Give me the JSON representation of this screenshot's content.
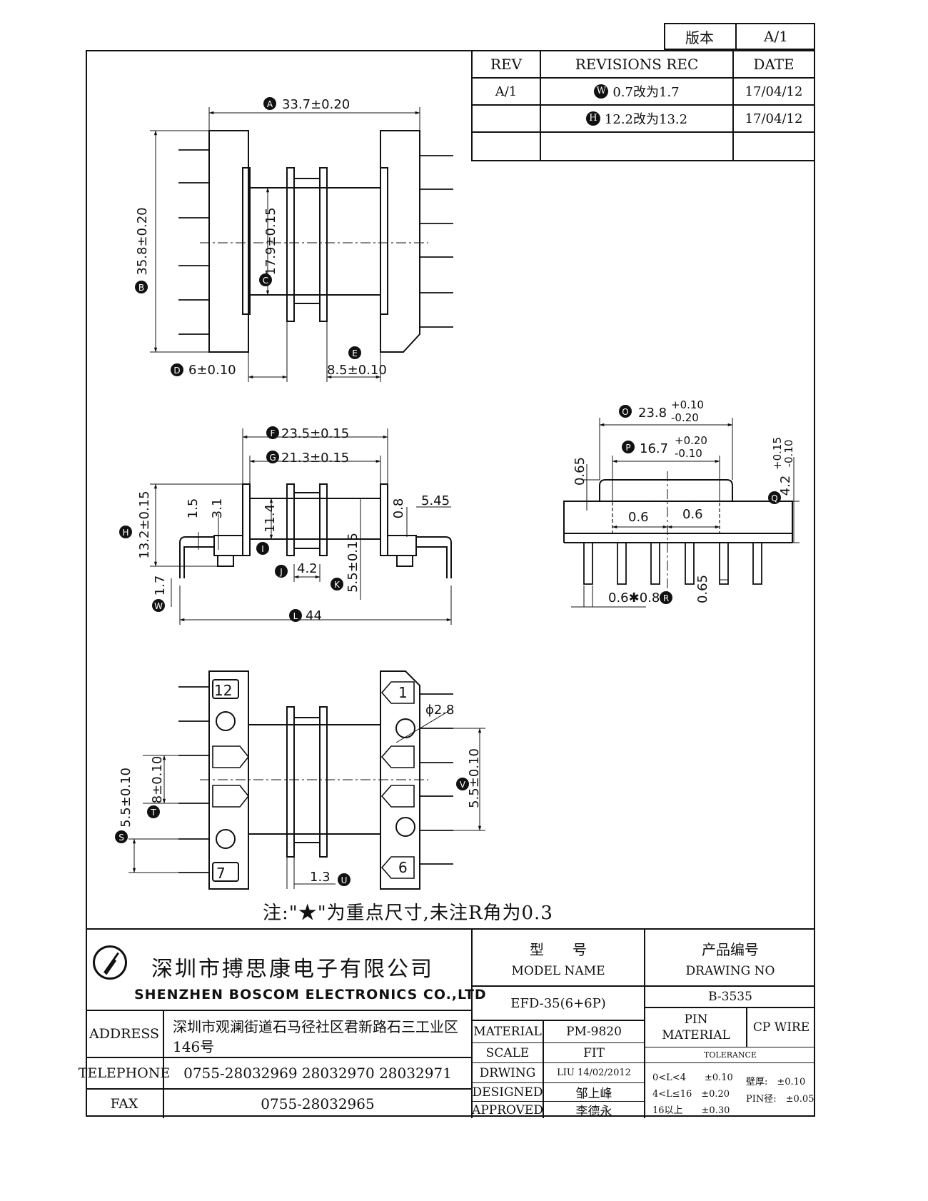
{
  "version_box": {
    "label": "版本",
    "value": "A/1"
  },
  "revisions": {
    "headers": {
      "rev": "REV",
      "rec": "REVISIONS REC",
      "date": "DATE"
    },
    "rows": [
      {
        "rev": "A/1",
        "tag": "W",
        "text": "0.7改为1.7",
        "date": "17/04/12"
      },
      {
        "rev": "",
        "tag": "H",
        "text": "12.2改为13.2",
        "date": "17/04/12"
      }
    ]
  },
  "view_top": {
    "A": "33.7±0.20",
    "B": "35.8±0.20",
    "C": "17.9±0.15",
    "D": "6±0.10",
    "E": "8.5±0.10"
  },
  "view_front": {
    "F": "23.5±0.15",
    "G": "21.3±0.15",
    "H": "13.2±0.15",
    "d15": "1.5",
    "d31": "3.1",
    "I": "11.4",
    "J": "4.2",
    "K": "5.5±0.15",
    "d08": "0.8",
    "d545": "5.45",
    "W": "1.7",
    "L": "44"
  },
  "view_side": {
    "O": "23.8",
    "O_tol_up": "+0.10",
    "O_tol_dn": "-0.20",
    "P": "16.7",
    "P_tol_up": "+0.20",
    "P_tol_dn": "-0.10",
    "Q": "4.2",
    "Q_tol_up": "+0.15",
    "Q_tol_dn": "-0.10",
    "d065a": "0.65",
    "d06a": "0.6",
    "d06b": "0.6",
    "R": "0.6✱0.8",
    "d065b": "0.65"
  },
  "view_bottom": {
    "pin12": "12",
    "pin1": "1",
    "pin7": "7",
    "pin6": "6",
    "phi": "ϕ2.8",
    "V": "5.5±0.10",
    "T": "8±0.10",
    "S": "5.5±0.10",
    "U": "1.3"
  },
  "note": "注:\"★\"为重点尺寸,未注R角为0.3",
  "title_block": {
    "company_cn": "深圳市搏思康电子有限公司",
    "company_en": "SHENZHEN BOSCOM ELECTRONICS CO.,LTD",
    "model_label_cn": "型　　号",
    "model_label_en": "MODEL NAME",
    "model_value": "EFD-35(6+6P)",
    "drawing_label_cn": "产品编号",
    "drawing_label_en": "DRAWING NO",
    "drawing_value": "B-3535",
    "address_label": "ADDRESS",
    "address_value": "深圳市观澜街道石马径社区君新路石三工业区146号",
    "telephone_label": "TELEPHONE",
    "telephone_value": "0755-28032969 28032970 28032971",
    "fax_label": "FAX",
    "fax_value": "0755-28032965",
    "material_label": "MATERIAL",
    "material_value": "PM-9820",
    "scale_label": "SCALE",
    "scale_value": "FIT",
    "drawing_by_label": "DRWING",
    "drawing_by_value": "LIU 14/02/2012",
    "designed_label": "DESIGNED",
    "designed_value": "邹上峰",
    "approved_label": "APPROVED",
    "approved_value": "李德永",
    "pin_material_label": "PIN MATERIAL",
    "pin_material_value": "CP WIRE",
    "tolerance_label": "TOLERANCE",
    "tol_rows": [
      "0<L<4　　±0.10",
      "4<L≤16　±0.20",
      "16以上　　±0.30"
    ],
    "wall_tol": "壁厚:　±0.10",
    "pin_tol": "PIN径:　±0.05"
  }
}
